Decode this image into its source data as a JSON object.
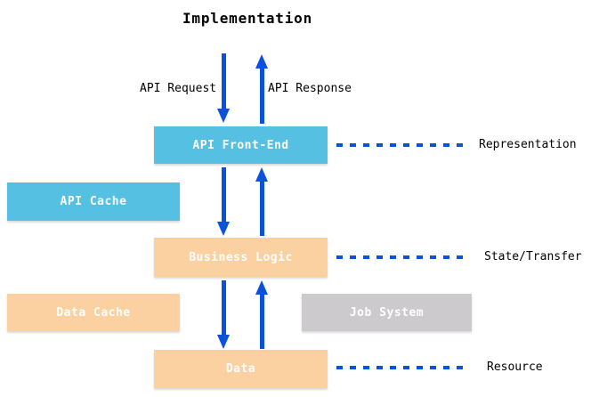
{
  "title": "Implementation",
  "flow_labels": {
    "request": "API Request",
    "response": "API Response"
  },
  "boxes": {
    "api_front_end": {
      "label": "API Front-End"
    },
    "api_cache": {
      "label": "API Cache"
    },
    "business_logic": {
      "label": "Business Logic"
    },
    "data_cache": {
      "label": "Data Cache"
    },
    "job_system": {
      "label": "Job System"
    },
    "data": {
      "label": "Data"
    }
  },
  "layer_labels": {
    "representation": "Representation",
    "state_transfer": "State/Transfer",
    "resource": "Resource"
  },
  "colors": {
    "blue_box": "#55C0E2",
    "orange_box": "#FBD1A2",
    "gray_box": "#CDCACD",
    "arrow_blue": "#0B52DB",
    "label_text": "#000000",
    "box_text": "#FFFFFF"
  }
}
